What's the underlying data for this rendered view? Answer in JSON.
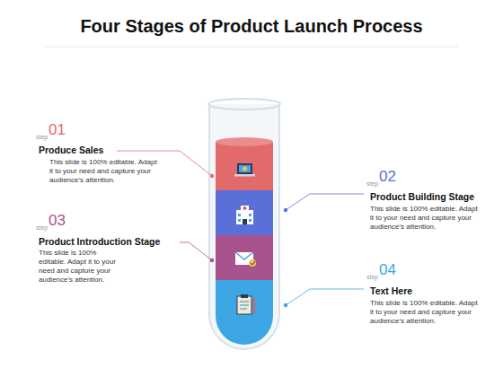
{
  "diagram": {
    "title": "Four Stages of Product Launch Process",
    "labels": [
      "step",
      "01",
      "Produce Sales",
      "This slide is 100% editable. Adapt it to your need and capture your audience’s attention.",
      "step",
      "02",
      "Product Building Stage",
      "This slide is 100% editable. Adapt it to your need and capture your audience’s attention.",
      "step",
      "03",
      "Product Introduction Stage",
      "This slide is 100% editable. Adapt it to your need and capture your audience’s attention.",
      "step",
      "04",
      "Text Here",
      "This slide is 100% editable. Adapt it to your need and capture your audience’s attention."
    ]
  }
}
